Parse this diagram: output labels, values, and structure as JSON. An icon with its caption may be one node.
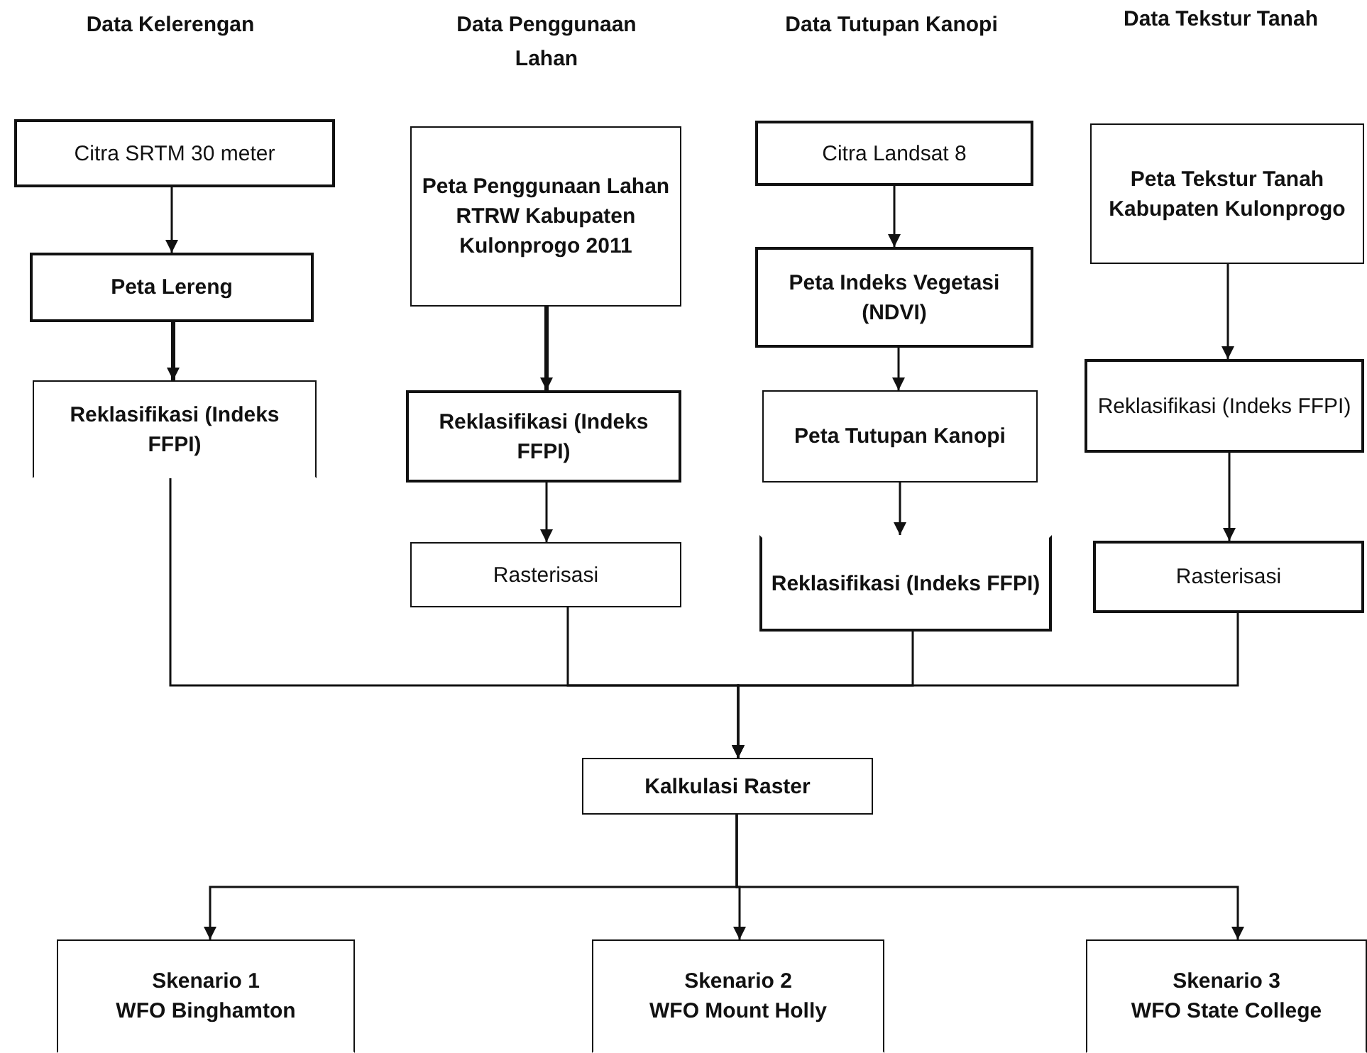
{
  "diagram": {
    "nodes": [
      {
        "text": [
          "Citra SRTM 30 meter"
        ]
      },
      {
        "text": [
          "Peta Lereng"
        ]
      },
      {
        "text": [
          "Reklasifikasi (Indeks FFPI)"
        ]
      },
      {
        "text": [
          "Peta Penggunaan Lahan RTRW Kabupaten Kulonprogo 2011"
        ]
      },
      {
        "text": [
          "Reklasifikasi (Indeks FFPI)"
        ]
      },
      {
        "text": [
          "Rasterisasi"
        ]
      },
      {
        "text": [
          "Citra Landsat 8"
        ]
      },
      {
        "text": [
          "Peta Indeks Vegetasi (NDVI)"
        ]
      },
      {
        "text": [
          "Peta Tutupan Kanopi"
        ]
      },
      {
        "text": [
          "Reklasifikasi (Indeks FFPI)"
        ]
      },
      {
        "text": [
          "Peta Tekstur Tanah Kabupaten Kulonprogo"
        ]
      },
      {
        "text": [
          "Reklasifikasi (Indeks FFPI)"
        ]
      },
      {
        "text": [
          "Rasterisasi"
        ]
      },
      {
        "text": [
          "Kalkulasi Raster"
        ]
      },
      {
        "text": [
          "Skenario 1",
          "WFO Binghamton"
        ]
      },
      {
        "text": [
          "Skenario 2",
          "WFO Mount Holly"
        ]
      },
      {
        "text": [
          "Skenario 3",
          "WFO State College"
        ]
      }
    ],
    "edges": [
      {
        "from": 0,
        "to": 1,
        "arrow": "to"
      },
      {
        "from": 1,
        "to": 2,
        "arrow": "to",
        "style": "thick"
      },
      {
        "from": 3,
        "to": 4,
        "arrow": "to",
        "style": "thick"
      },
      {
        "from": 4,
        "to": 5,
        "arrow": "to"
      },
      {
        "from": 6,
        "to": 7,
        "arrow": "to"
      },
      {
        "from": 7,
        "to": 8,
        "arrow": "to"
      },
      {
        "from": 8,
        "to": 9,
        "arrow": "to"
      },
      {
        "from": 10,
        "to": 11,
        "arrow": "to"
      },
      {
        "from": 11,
        "to": 12,
        "arrow": "to"
      },
      {
        "from": 2,
        "to": 13,
        "arrow": "to"
      },
      {
        "from": 5,
        "to": 13,
        "arrow": "to"
      },
      {
        "from": 9,
        "to": 13,
        "arrow": "to"
      },
      {
        "from": 12,
        "to": 13,
        "arrow": "to"
      },
      {
        "from": 13,
        "to": 14,
        "arrow": "to"
      },
      {
        "from": 13,
        "to": 15,
        "arrow": "to"
      },
      {
        "from": 13,
        "to": 16,
        "arrow": "to"
      }
    ],
    "labels": [
      "Data Kelerengan",
      "Data Penggunaan Lahan",
      "Data Tutupan Kanopi",
      "Data Tekstur Tanah"
    ]
  }
}
